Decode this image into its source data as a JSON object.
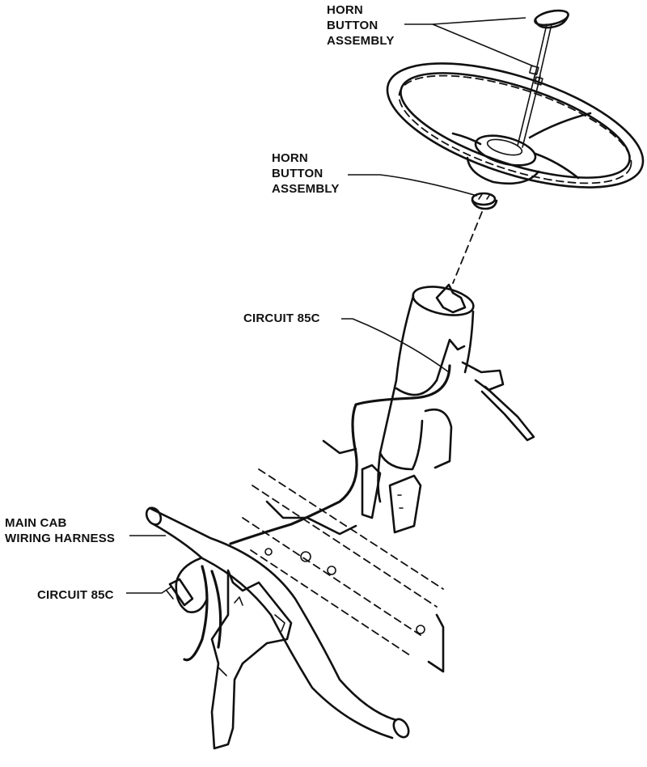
{
  "labels": {
    "horn_button_top": [
      "HORN",
      "BUTTON",
      "ASSEMBLY"
    ],
    "horn_button_mid": [
      "HORN",
      "BUTTON",
      "ASSEMBLY"
    ],
    "circuit_85c_upper": "CIRCUIT 85C",
    "main_cab_harness": [
      "MAIN CAB",
      "WIRING HARNESS"
    ],
    "circuit_85c_lower": "CIRCUIT 85C"
  }
}
